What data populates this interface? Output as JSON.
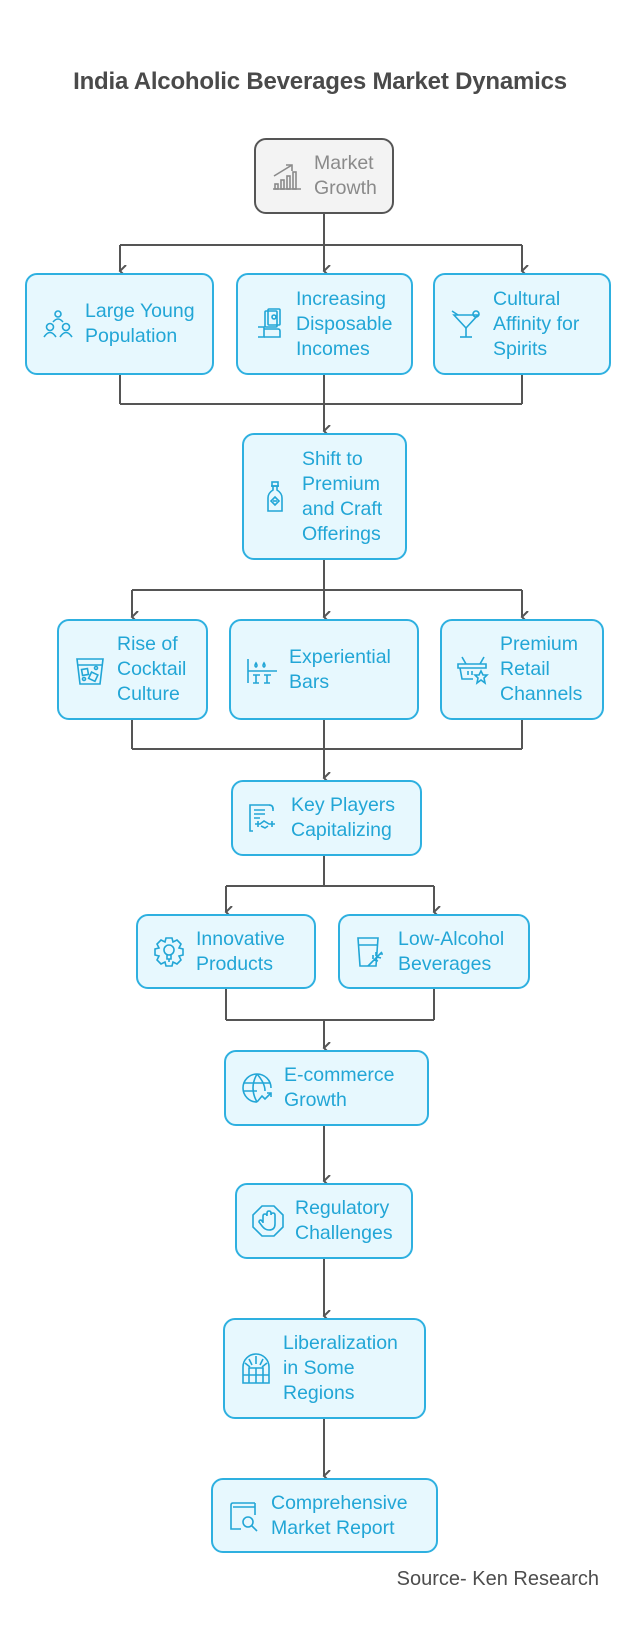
{
  "title": "India Alcoholic Beverages Market Dynamics",
  "colors": {
    "node_border": "#2eb0e0",
    "node_fill": "#e7f8fe",
    "node_text": "#22a6d6",
    "root_border": "#555555",
    "root_fill": "#f3f3f3",
    "root_text": "#8a8a8a",
    "connector": "#555555",
    "title_text": "#4a4a4a"
  },
  "nodes": {
    "market_growth": {
      "label": "Market\nGrowth",
      "icon": "chart-growth-icon"
    },
    "large_young_population": {
      "label": "Large Young\nPopulation",
      "icon": "people-group-icon"
    },
    "increasing_disposable_incomes": {
      "label": "Increasing\nDisposable\nIncomes",
      "icon": "hand-money-icon"
    },
    "cultural_affinity": {
      "label": "Cultural\nAffinity for\nSpirits",
      "icon": "cocktail-glass-icon"
    },
    "shift_premium": {
      "label": "Shift to\nPremium\nand Craft\nOfferings",
      "icon": "bottle-icon"
    },
    "rise_cocktail": {
      "label": "Rise of\nCocktail\nCulture",
      "icon": "ice-glass-icon"
    },
    "experiential_bars": {
      "label": "Experiential\nBars",
      "icon": "bar-counter-icon"
    },
    "premium_retail": {
      "label": "Premium\nRetail\nChannels",
      "icon": "basket-star-icon"
    },
    "key_players": {
      "label": "Key Players\nCapitalizing",
      "icon": "contract-handshake-icon"
    },
    "innovative_products": {
      "label": "Innovative\nProducts",
      "icon": "gear-bulb-icon"
    },
    "low_alcohol": {
      "label": "Low-Alcohol\nBeverages",
      "icon": "glass-herb-icon"
    },
    "ecommerce": {
      "label": "E-commerce\nGrowth",
      "icon": "globe-trend-icon"
    },
    "regulatory": {
      "label": "Regulatory\nChallenges",
      "icon": "stop-hand-icon"
    },
    "liberalization": {
      "label": "Liberalization\nin Some\nRegions",
      "icon": "open-door-icon"
    },
    "report": {
      "label": "Comprehensive\nMarket Report",
      "icon": "report-search-icon"
    }
  },
  "edges": [
    [
      "market_growth",
      "large_young_population"
    ],
    [
      "market_growth",
      "increasing_disposable_incomes"
    ],
    [
      "market_growth",
      "cultural_affinity"
    ],
    [
      "large_young_population",
      "shift_premium"
    ],
    [
      "increasing_disposable_incomes",
      "shift_premium"
    ],
    [
      "cultural_affinity",
      "shift_premium"
    ],
    [
      "shift_premium",
      "rise_cocktail"
    ],
    [
      "shift_premium",
      "experiential_bars"
    ],
    [
      "shift_premium",
      "premium_retail"
    ],
    [
      "rise_cocktail",
      "key_players"
    ],
    [
      "experiential_bars",
      "key_players"
    ],
    [
      "premium_retail",
      "key_players"
    ],
    [
      "key_players",
      "innovative_products"
    ],
    [
      "key_players",
      "low_alcohol"
    ],
    [
      "innovative_products",
      "ecommerce"
    ],
    [
      "low_alcohol",
      "ecommerce"
    ],
    [
      "ecommerce",
      "regulatory"
    ],
    [
      "regulatory",
      "liberalization"
    ],
    [
      "liberalization",
      "report"
    ]
  ],
  "source": "Source- Ken Research"
}
